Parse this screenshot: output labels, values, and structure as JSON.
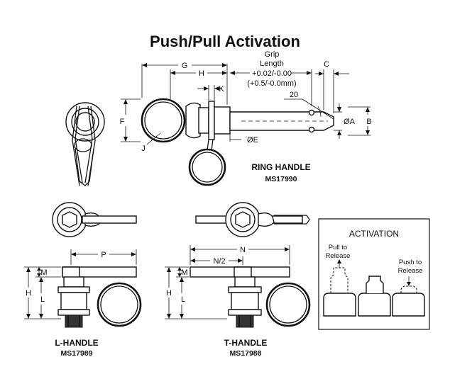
{
  "title": "Push/Pull Activation",
  "ring_handle": {
    "caption": "RING HANDLE",
    "part_number": "MS17990",
    "labels": {
      "g": "G",
      "h": "H",
      "k": "K",
      "c": "C",
      "f": "F",
      "j": "J",
      "e": "ØE",
      "a": "ØA",
      "b": "B",
      "angle": "20"
    },
    "grip_length": [
      "Grip",
      "Length",
      "+0.02/-0.00",
      "(+0.5/-0.0mm)"
    ]
  },
  "l_handle": {
    "caption": "L-HANDLE",
    "part_number": "MS17989",
    "labels": {
      "p": "P",
      "m": "M",
      "h": "H",
      "l": "L"
    }
  },
  "t_handle": {
    "caption": "T-HANDLE",
    "part_number": "MS17988",
    "labels": {
      "n": "N",
      "n_half": "N/2",
      "m": "M",
      "h": "H",
      "l": "L"
    }
  },
  "activation": {
    "title": "ACTIVATION",
    "pull": [
      "Pull to",
      "Release"
    ],
    "push": [
      "Push to",
      "Release"
    ]
  }
}
